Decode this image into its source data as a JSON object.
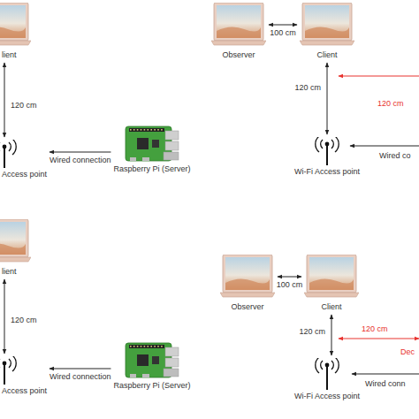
{
  "diagram": {
    "nodes": [
      {
        "text": [
          "lient"
        ]
      },
      {
        "text": [
          "Observer"
        ]
      },
      {
        "text": [
          "Client"
        ]
      },
      {
        "text": [
          "Access point"
        ]
      },
      {
        "text": [
          "Raspberry Pi (Server)"
        ]
      },
      {
        "text": [
          "Wi-Fi Access point"
        ]
      },
      {
        "text": [
          "lient"
        ]
      },
      {
        "text": [
          "Observer"
        ]
      },
      {
        "text": [
          "Client"
        ]
      },
      {
        "text": [
          "Access point"
        ]
      },
      {
        "text": [
          "Raspberry Pi (Server)"
        ]
      },
      {
        "text": [
          "Wi-Fi Access point"
        ]
      }
    ],
    "edges": [
      {
        "from": 0,
        "to": 3,
        "label": "120 cm",
        "arrow": "both"
      },
      {
        "from": 4,
        "to": 3,
        "label": "Wired connection",
        "arrow": "to"
      },
      {
        "from": 1,
        "to": 2,
        "label": "100 cm",
        "arrow": "both"
      },
      {
        "from": 2,
        "to": 5,
        "label": "120 cm",
        "arrow": "both"
      },
      {
        "from": 6,
        "to": 9,
        "label": "120 cm",
        "arrow": "both"
      },
      {
        "from": 10,
        "to": 9,
        "label": "Wired connection",
        "arrow": "to"
      },
      {
        "from": 7,
        "to": 8,
        "label": "100 cm",
        "arrow": "both"
      },
      {
        "from": 8,
        "to": 11,
        "label": "120 cm",
        "arrow": "both"
      }
    ],
    "labels": [
      "120 cm",
      "Wired co",
      "120 cm",
      "Dec",
      "Wired conn"
    ]
  }
}
